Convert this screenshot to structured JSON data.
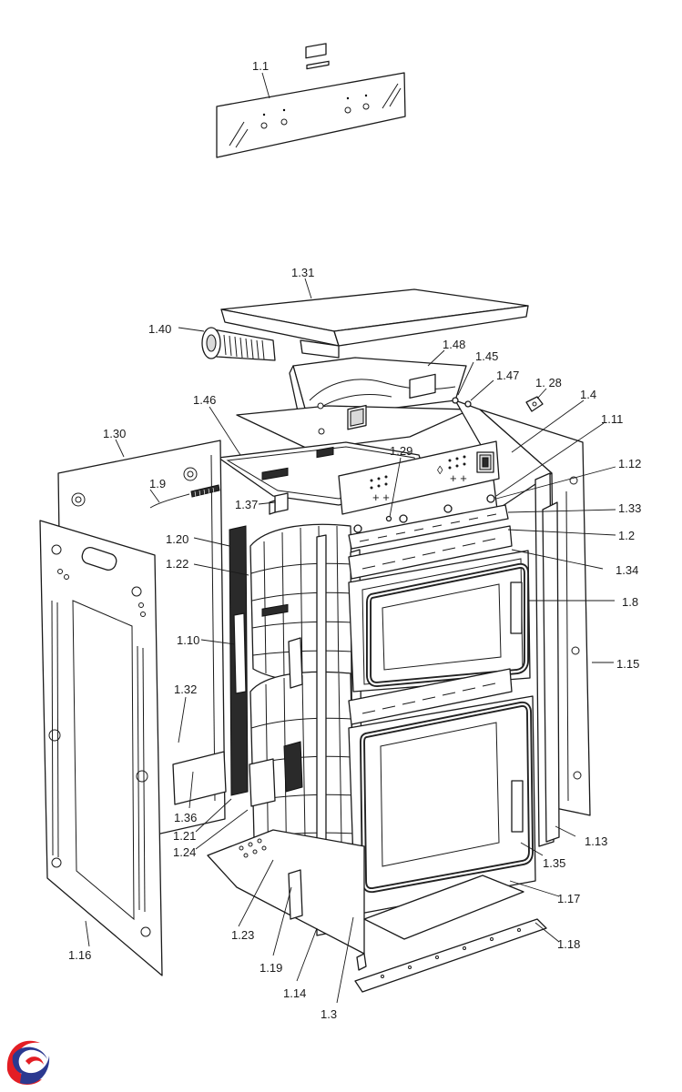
{
  "parts": [
    {
      "id": "p1_1",
      "label": "1.1"
    },
    {
      "id": "p1_31",
      "label": "1.31"
    },
    {
      "id": "p1_40",
      "label": "1.40"
    },
    {
      "id": "p1_48",
      "label": "1.48"
    },
    {
      "id": "p1_45",
      "label": "1.45"
    },
    {
      "id": "p1_47",
      "label": "1.47"
    },
    {
      "id": "p1_28",
      "label": "1. 28"
    },
    {
      "id": "p1_46",
      "label": "1.46"
    },
    {
      "id": "p1_4",
      "label": "1.4"
    },
    {
      "id": "p1_11",
      "label": "1.11"
    },
    {
      "id": "p1_30",
      "label": "1.30"
    },
    {
      "id": "p1_29",
      "label": "1.29"
    },
    {
      "id": "p1_12",
      "label": "1.12"
    },
    {
      "id": "p1_9",
      "label": "1.9"
    },
    {
      "id": "p1_37",
      "label": "1.37"
    },
    {
      "id": "p1_33",
      "label": "1.33"
    },
    {
      "id": "p1_20",
      "label": "1.20"
    },
    {
      "id": "p1_2",
      "label": "1.2"
    },
    {
      "id": "p1_22",
      "label": "1.22"
    },
    {
      "id": "p1_34",
      "label": "1.34"
    },
    {
      "id": "p1_8",
      "label": "1.8"
    },
    {
      "id": "p1_10",
      "label": "1.10"
    },
    {
      "id": "p1_15",
      "label": "1.15"
    },
    {
      "id": "p1_32",
      "label": "1.32"
    },
    {
      "id": "p1_36",
      "label": "1.36"
    },
    {
      "id": "p1_21",
      "label": "1.21"
    },
    {
      "id": "p1_24",
      "label": "1.24"
    },
    {
      "id": "p1_13",
      "label": "1.13"
    },
    {
      "id": "p1_35",
      "label": "1.35"
    },
    {
      "id": "p1_17",
      "label": "1.17"
    },
    {
      "id": "p1_23",
      "label": "1.23"
    },
    {
      "id": "p1_18",
      "label": "1.18"
    },
    {
      "id": "p1_16",
      "label": "1.16"
    },
    {
      "id": "p1_19",
      "label": "1.19"
    },
    {
      "id": "p1_14",
      "label": "1.14"
    },
    {
      "id": "p1_3",
      "label": "1.3"
    }
  ],
  "logo": {
    "name": "brand-swirl-logo",
    "colors": [
      "#2b3990",
      "#e31e24"
    ]
  }
}
